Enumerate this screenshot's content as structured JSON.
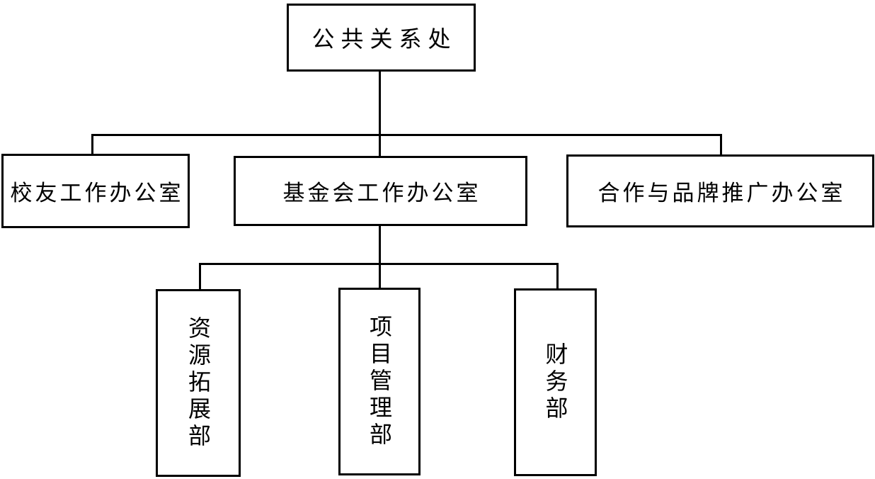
{
  "org_chart": {
    "root": {
      "label": "公共关系处"
    },
    "level2": [
      {
        "label": "校友工作办公室"
      },
      {
        "label": "基金会工作办公室"
      },
      {
        "label": "合作与品牌推广办公室"
      }
    ],
    "level3": [
      {
        "label": "资源拓展部"
      },
      {
        "label": "项目管理部"
      },
      {
        "label": "财务部"
      }
    ],
    "colors": {
      "border": "#000000",
      "background": "#ffffff",
      "text": "#000000"
    }
  }
}
